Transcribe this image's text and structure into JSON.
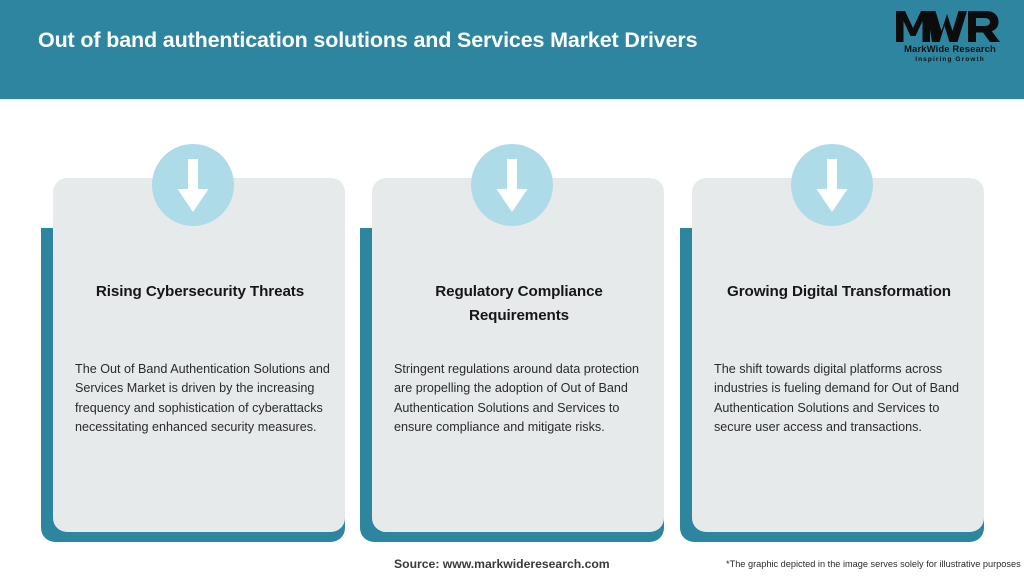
{
  "header": {
    "title": "Out of band authentication solutions and Services Market Drivers",
    "background_color": "#2e85a0",
    "title_color": "#ffffff"
  },
  "logo": {
    "mark": "MWR",
    "name": "MarkWide Research",
    "tagline": "Inspiring Growth"
  },
  "cards": [
    {
      "icon": "down-arrow-icon",
      "title": "Rising Cybersecurity Threats",
      "text": "The Out of Band Authentication Solutions and Services Market is driven by the increasing frequency and sophistication of cyberattacks necessitating enhanced security measures."
    },
    {
      "icon": "down-arrow-icon",
      "title": "Regulatory Compliance Requirements",
      "text": "Stringent regulations around data protection are propelling the adoption of Out of Band Authentication Solutions and Services to ensure compliance and mitigate risks."
    },
    {
      "icon": "down-arrow-icon",
      "title": "Growing Digital Transformation",
      "text": "The shift towards digital platforms across industries is fueling demand for Out of Band Authentication Solutions and Services to secure user access and transactions."
    }
  ],
  "footer": {
    "source": "Source: www.markwideresearch.com",
    "note": "*The graphic depicted in the image serves solely for illustrative purposes"
  },
  "colors": {
    "accent_teal": "#2e85a0",
    "badge_blue": "#addbe8",
    "card_grey": "#e7eaeb"
  }
}
